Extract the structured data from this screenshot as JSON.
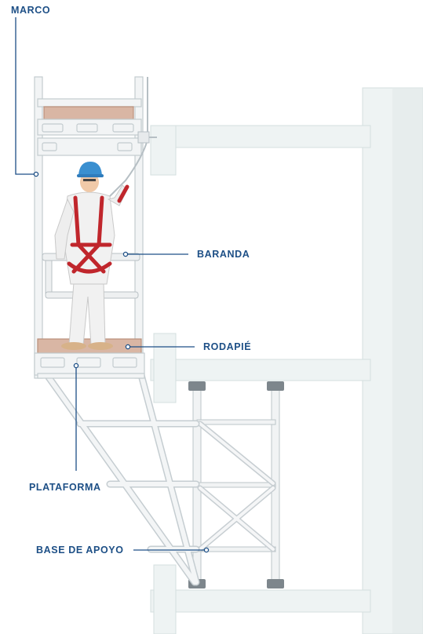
{
  "labels": {
    "marco": "MARCO",
    "baranda": "BARANDA",
    "rodapie": "RODAPIÉ",
    "plataforma": "PLATAFORMA",
    "base_apoyo": "BASE DE APOYO"
  },
  "colors": {
    "label_text": "#1d4f86",
    "leader_line": "#1d4f86",
    "building": "#eef3f3",
    "building_edge": "#d4dfdf",
    "scaffold_frame": "#f2f4f5",
    "scaffold_edge": "#c3cbcf",
    "toe_board": "#d9b6a4",
    "harness": "#c0262c",
    "helmet": "#3a8fd0",
    "suit": "#f1f1f1"
  },
  "icons": {
    "worker": "worker-with-harness-icon",
    "helmet": "hard-hat-icon"
  }
}
